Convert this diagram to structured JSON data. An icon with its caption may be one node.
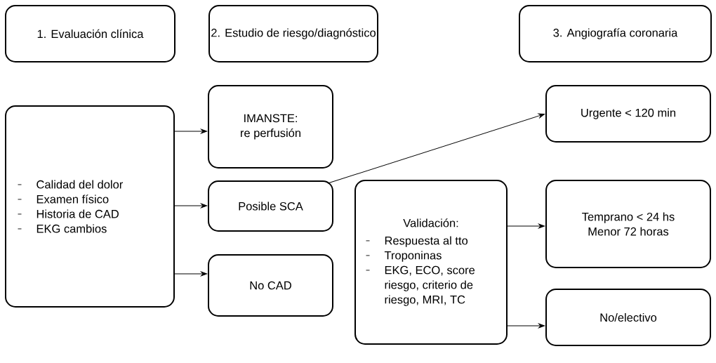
{
  "diagram": {
    "nodes": [
      {
        "text": [
          "1. Evaluación clínica"
        ]
      },
      {
        "text": [
          "2. Estudio de riesgo/diagnóstico"
        ]
      },
      {
        "text": [
          "3. Angiografía coronaria"
        ]
      },
      {
        "text": [
          "Calidad del dolor",
          "Examen físico",
          "Historia de CAD",
          "EKG cambios"
        ]
      },
      {
        "text": [
          "IMANSTE:",
          "re perfusión"
        ]
      },
      {
        "text": [
          "Posible SCA"
        ]
      },
      {
        "text": [
          "No CAD"
        ]
      },
      {
        "text": [
          "Urgente < 120 min"
        ]
      },
      {
        "text": [
          "Validación:",
          "Respuesta al tto",
          "Troponinas",
          "EKG, ECO, score riesgo, criterio de riesgo, MRI, TC"
        ]
      },
      {
        "text": [
          "Temprano < 24 hs",
          "Menor 72 horas"
        ]
      },
      {
        "text": [
          "No/electivo"
        ]
      }
    ],
    "edges": [
      {
        "from": 3,
        "to": 4,
        "arrow": "to"
      },
      {
        "from": 3,
        "to": 5,
        "arrow": "to"
      },
      {
        "from": 3,
        "to": 6,
        "arrow": "to"
      },
      {
        "from": 5,
        "to": 7,
        "arrow": "to"
      },
      {
        "from": 8,
        "to": 9,
        "arrow": "to"
      },
      {
        "from": 8,
        "to": 10,
        "arrow": "to"
      }
    ]
  }
}
